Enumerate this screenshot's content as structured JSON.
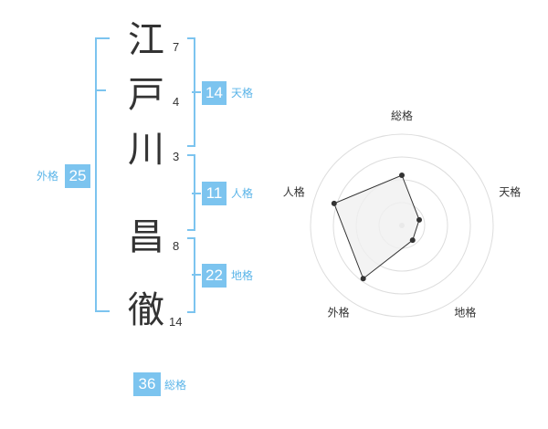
{
  "name": {
    "characters": [
      {
        "char": "江",
        "strokes": "7"
      },
      {
        "char": "戸",
        "strokes": "4"
      },
      {
        "char": "川",
        "strokes": "3"
      },
      {
        "char": "昌",
        "strokes": "8"
      },
      {
        "char": "徹",
        "strokes": "14"
      }
    ]
  },
  "fortune": {
    "tenkaku": {
      "value": "14",
      "label": "天格"
    },
    "jinkaku": {
      "value": "11",
      "label": "人格"
    },
    "chikaku": {
      "value": "22",
      "label": "地格"
    },
    "gaikaku": {
      "value": "25",
      "label": "外格"
    },
    "soukaku": {
      "value": "36",
      "label": "総格"
    }
  },
  "colors": {
    "accent": "#7cc4ef",
    "accent_text": "#5ab4e8",
    "radar_fill": "#f0f0f0",
    "ring": "#dddddd",
    "line": "#333333"
  },
  "chart_data": {
    "type": "radar",
    "axes": [
      "総格",
      "天格",
      "地格",
      "外格",
      "人格"
    ],
    "rings": 4,
    "values": [
      0.55,
      0.2,
      0.2,
      0.72,
      0.78
    ]
  }
}
